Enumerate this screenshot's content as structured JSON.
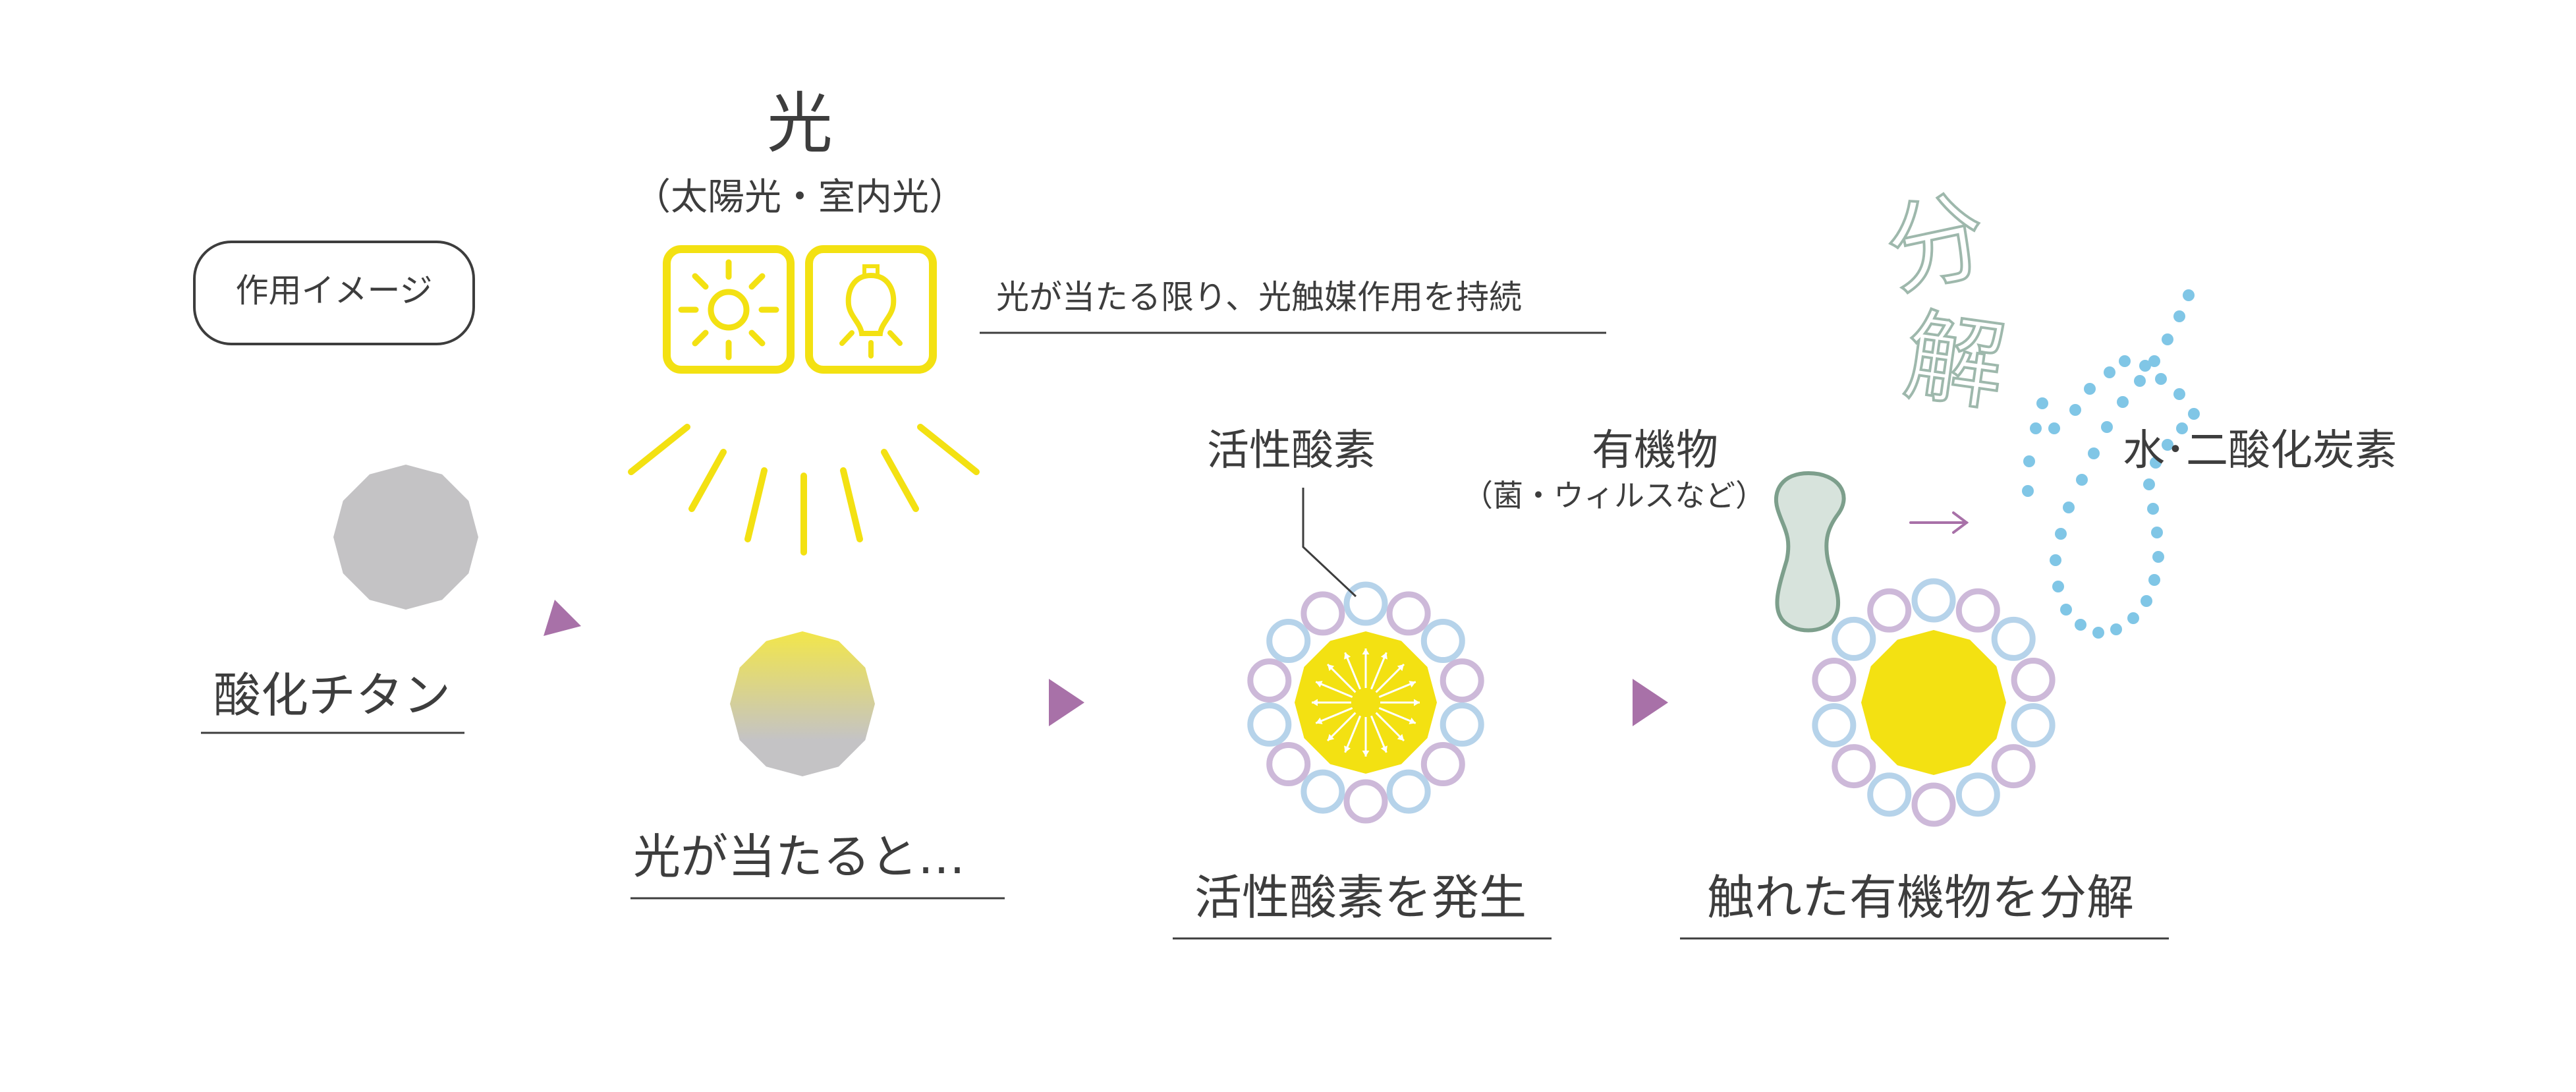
{
  "badge": {
    "label": "作用イメージ"
  },
  "light": {
    "title": "光",
    "subtitle": "（太陽光・室内光）",
    "icons": [
      "sun-icon",
      "light-bulb-icon"
    ],
    "note": "光が当たる限り、光触媒作用を持続"
  },
  "steps": [
    {
      "caption": "酸化チタン"
    },
    {
      "caption": "光が当たると…"
    },
    {
      "caption": "活性酸素を発生",
      "callout": "活性酸素"
    },
    {
      "caption": "触れた有機物を分解",
      "callout": "有機物",
      "callout_sub": "（菌・ウィルスなど）"
    }
  ],
  "decompose": {
    "chars": [
      "分",
      "解"
    ],
    "product": "水･二酸化炭素"
  },
  "colors": {
    "text": "#3d3d3d",
    "yellow": "#f3e112",
    "gray": "#c4c3c5",
    "arrow": "#a871a8",
    "ring_blue": "#b6d3ea",
    "ring_purple": "#cdb9d9",
    "organic": "#d7e3dc",
    "organic_stroke": "#7d9f8c",
    "dots": "#80c6e6",
    "decompose_text": "#9eb8ac"
  }
}
